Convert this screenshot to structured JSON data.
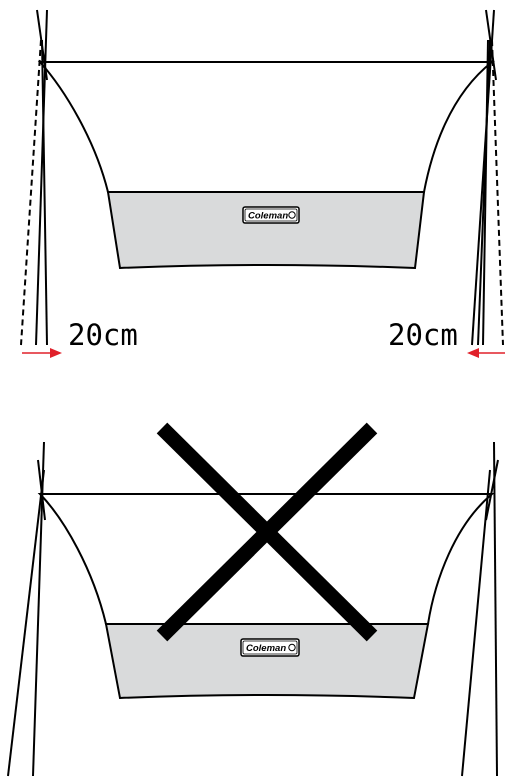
{
  "top_diagram": {
    "left_label": "20cm",
    "right_label": "20cm",
    "logo_text": "Coleman",
    "arrow_color": "#e0202a",
    "panel_fill": "#d9dadb"
  },
  "bottom_diagram": {
    "logo_text": "Coleman",
    "cross_color": "#000000",
    "panel_fill": "#d9dadb"
  }
}
